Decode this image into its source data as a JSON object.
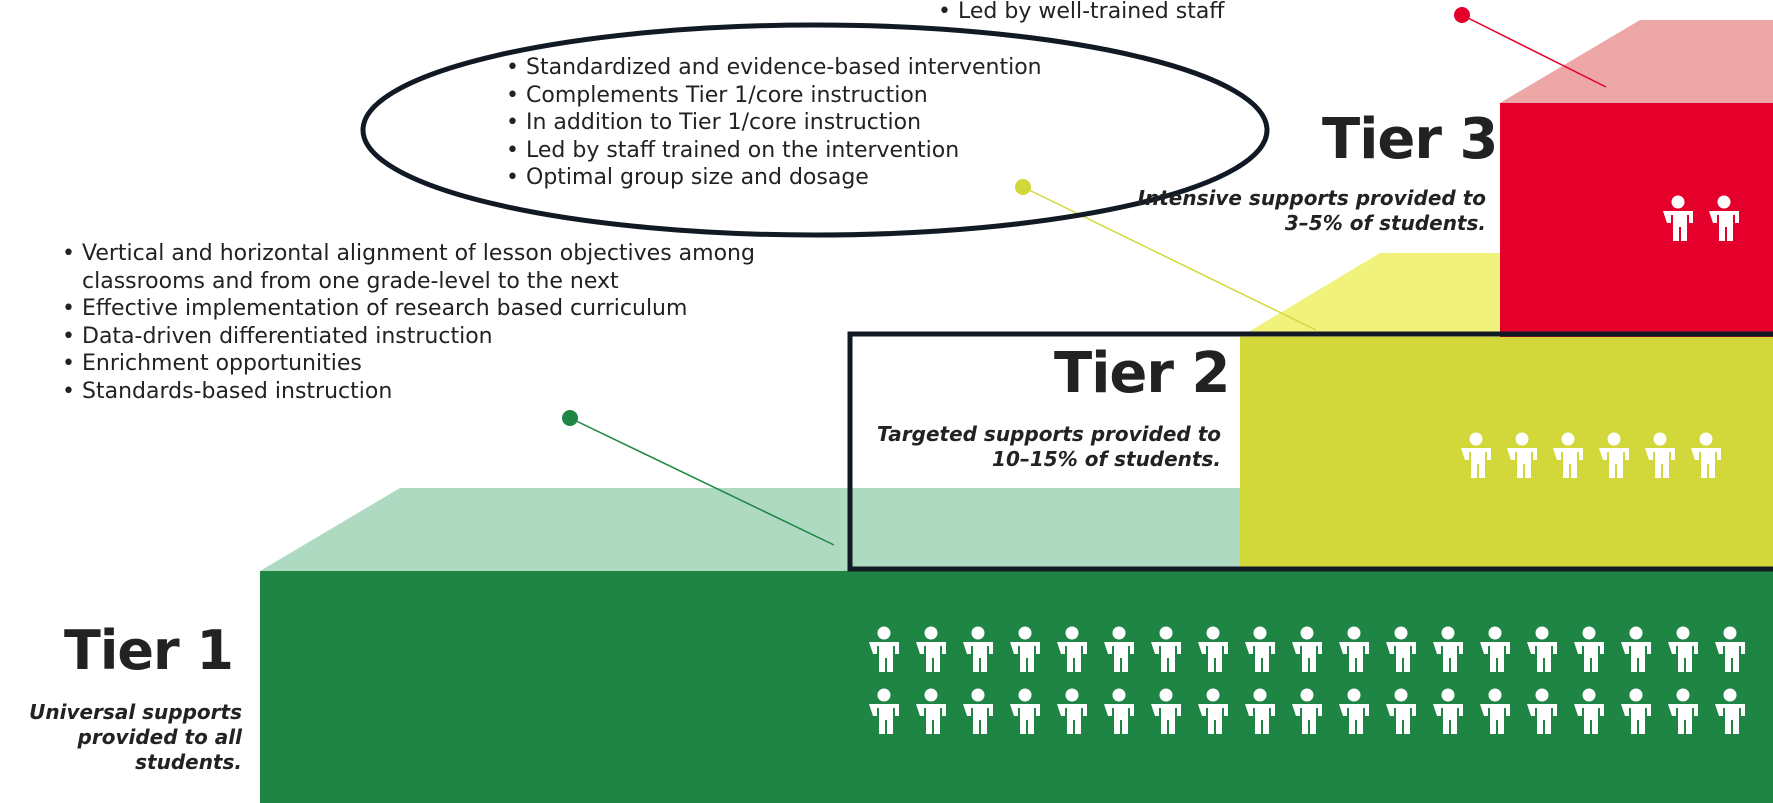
{
  "tiers": {
    "tier3": {
      "title": "Tier 3",
      "description_lines": [
        "Intensive supports provided to",
        "3–5% of students."
      ],
      "color": "#e4002b",
      "shade_color": "#eea7a7",
      "people_count": 2,
      "bullets": [
        "Led by well-trained staff"
      ]
    },
    "tier2": {
      "title": "Tier 2",
      "description_lines": [
        "Targeted supports provided to",
        "10–15% of students."
      ],
      "color": "#d2d83a",
      "shade_color": "#f1f27c",
      "people_count": 6,
      "bullets": [
        "Standardized and evidence-based intervention",
        "Complements Tier 1/core instruction",
        "In addition to Tier 1/core instruction",
        "Led by staff trained on the intervention",
        "Optimal group size and dosage"
      ]
    },
    "tier1": {
      "title": "Tier 1",
      "description_lines": [
        "Universal supports",
        "provided to all",
        "students."
      ],
      "color": "#1e8544",
      "shade_color": "#afdac2",
      "people_rows": 2,
      "people_per_row": 19,
      "bullets": [
        "Vertical and horizontal alignment of lesson objectives among",
        "classrooms and from one grade-level to the next",
        "Effective implementation of research based curriculum",
        "Data-driven differentiated instruction",
        "Enrichment opportunities",
        "Standards-based instruction"
      ]
    }
  },
  "annotations": {
    "ellipse_around": "tier2-bullets",
    "box_around": "tier2-label",
    "outline_color": "#111a24"
  },
  "icons": {
    "person": "person-icon",
    "marker": "marker-dot-icon"
  }
}
